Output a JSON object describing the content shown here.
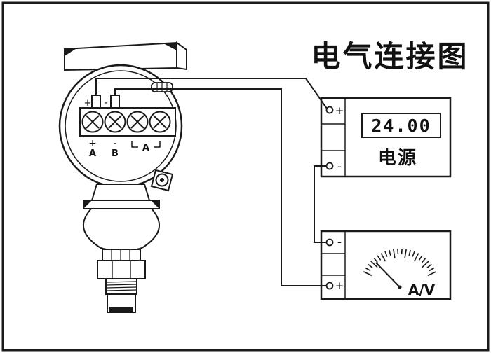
{
  "title": "电气连接图",
  "transmitter": {
    "post_plus": "+",
    "post_minus": "-",
    "terminal_plus": "+",
    "terminal_minus": "-",
    "terminal_a": "A",
    "terminal_b": "B",
    "link_label": "A"
  },
  "power_supply": {
    "terminal_plus": "+",
    "terminal_minus": "-",
    "display_value": "24.00",
    "label": "电源"
  },
  "meter": {
    "terminal_minus": "-",
    "terminal_plus": "+",
    "label": "A/V"
  },
  "colors": {
    "line": "#1a1a1a",
    "background": "#ffffff"
  }
}
